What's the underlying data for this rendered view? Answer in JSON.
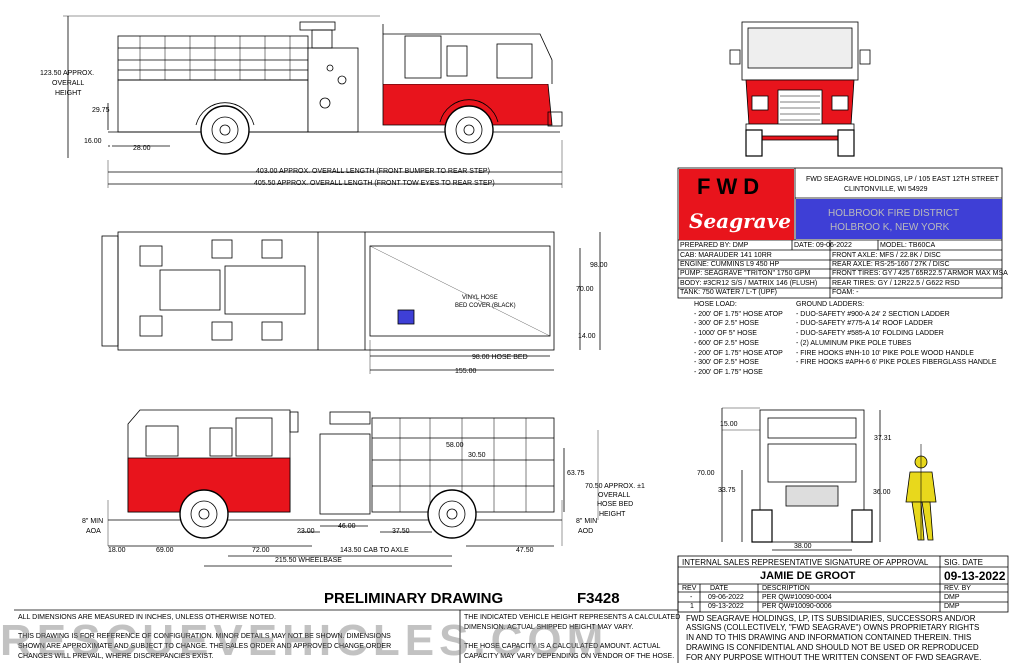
{
  "side_view_top": {
    "dims": {
      "height": "123.50 APPROX.",
      "height2": "OVERALL",
      "height3": "HEIGHT",
      "d2975": "29.75",
      "d1600": "16.00",
      "d2800": "28.00",
      "len1": "403.00 APPROX. OVERALL LENGTH (FRONT BUMPER TO REAR STEP)",
      "len2": "405.50 APPROX. OVERALL LENGTH (FRONT TOW EYES TO REAR STEP)"
    }
  },
  "top_view": {
    "dims": {
      "d9800": "98.00",
      "d7000": "70.00",
      "d1400": "14.00",
      "hosebed": "98.00 HOSE BED",
      "d15500": "155.00",
      "vinyl1": "VINYL HOSE",
      "vinyl2": "BED COVER (BLACK)"
    }
  },
  "side_view_bottom": {
    "dims": {
      "d5800": "58.00",
      "d3050": "30.50",
      "d6375": "63.75",
      "hb1": "70.50 APPROX. ±1",
      "hb2": "OVERALL",
      "hb3": "HOSE BED",
      "hb4": "HEIGHT",
      "aoa1": "8\" MIN",
      "aoa2": "AOA",
      "aod1": "8\" MIN",
      "aod2": "AOD",
      "d1800": "18.00",
      "d6900": "69.00",
      "d7200": "72.00",
      "d2300": "23.00",
      "d4600": "46.00",
      "d3750": "37.50",
      "d4750": "47.50",
      "cab": "143.50 CAB TO AXLE",
      "wb": "215.50 WHEELBASE"
    }
  },
  "rear_view": {
    "dims": {
      "d1500": "15.00",
      "d3731": "37.31",
      "d7000": "70.00",
      "d3375": "33.75",
      "d3600": "36.00",
      "d3800": "38.00"
    }
  },
  "title_block": {
    "logo_top": "FWD",
    "logo_bottom": "Seagrave",
    "company1": "FWD SEAGRAVE HOLDINGS, LP / 105 EAST 12TH STREET",
    "company2": "CLINTONVILLE, WI 54929",
    "customer1": "HOLBROOK FIRE DISTRICT",
    "customer2": "HOLBROO  K, NEW YORK",
    "brand_red": "#e8141c",
    "brand_blue": "#3e3fd6",
    "specs": [
      [
        "PREPARED BY:  DMP",
        "DATE: 09-06-2022",
        "MODEL:  TB60CA"
      ],
      [
        "CAB:  MARAUDER  141 10RR",
        "FRONT AXLE:  MFS / 22.8K / DISC",
        ""
      ],
      [
        "ENGINE:  CUMMINS L9 450 HP",
        "REAR AXLE:  RS-25-160 / 27K / DISC",
        ""
      ],
      [
        "PUMP:  SEAGRAVE \"TRITON\" 1750 GPM",
        "FRONT TIRES:  GY / 425 / 65R22.5 / ARMOR MAX MSA",
        ""
      ],
      [
        "BODY:  #3CR12 S/S / MATRIX 146 (FLUSH)",
        "REAR TIRES:  GY / 12R22.5 / G622 RSD",
        ""
      ],
      [
        "TANK:  750 WATER / L-T (UPF)",
        "FOAM:  -",
        ""
      ]
    ]
  },
  "hose_load": {
    "title": "HOSE LOAD:",
    "items": [
      "- 200' OF 1.75\" HOSE ATOP",
      "- 300' OF 2.5\" HOSE",
      "- 1000' OF 5\" HOSE",
      "- 600' OF 2.5\" HOSE",
      "- 200' OF 1.75\" HOSE ATOP",
      "- 300' OF 2.5\" HOSE",
      "- 200' OF 1.75\" HOSE"
    ]
  },
  "ground_ladders": {
    "title": "GROUND LADDERS:",
    "items": [
      "- DUO-SAFETY #900-A 24' 2 SECTION LADDER",
      "- DUO-SAFETY #775-A 14' ROOF LADDER",
      "- DUO-SAFETY #585-A 10' FOLDING LADDER",
      "- (2) ALUMINUM PIKE POLE TUBES",
      "- FIRE HOOKS #NH-10 10' PIKE POLE WOOD HANDLE",
      "- FIRE HOOKS #APH-6 6' PIKE POLES FIBERGLASS HANDLE"
    ]
  },
  "approval": {
    "header": "INTERNAL SALES REPRESENTATIVE SIGNATURE OF APPROVAL",
    "sig_date_label": "SIG. DATE",
    "name": "JAMIE DE GROOT",
    "date": "09-13-2022",
    "cols": [
      "REV",
      "DATE",
      "DESCRIPTION",
      "REV. BY"
    ],
    "rows": [
      [
        "-",
        "09-06-2022",
        "PER QW#10090-0004",
        "DMP"
      ],
      [
        "1",
        "09-13-2022",
        "PER QW#10090-0006",
        "DMP"
      ]
    ]
  },
  "preliminary": "PRELIMINARY DRAWING",
  "drawing_no": "F3428",
  "notes_left": [
    "ALL DIMENSIONS ARE MEASURED IN INCHES, UNLESS OTHERWISE NOTED.",
    "THIS DRAWING IS FOR REFERENCE OF CONFIGURATION. MINOR DETAILS MAY NOT BE SHOWN. DIMENSIONS",
    "SHOWN ARE APPROXIMATE AND SUBJECT TO CHANGE. THE SALES ORDER AND APPROVED CHANGE ORDER",
    "CHANGES WILL PREVAIL, WHERE DISCREPANCIES EXIST."
  ],
  "notes_mid": [
    "THE INDICATED VEHICLE HEIGHT REPRESENTS A CALCULATED",
    "DIMENSION.  ACTUAL SHIPPED HEIGHT MAY VARY.",
    "",
    "THE HOSE CAPACITY IS A CALCULATED AMOUNT.  ACTUAL",
    "CAPACITY MAY VARY DEPENDING ON  VENDOR OF THE HOSE."
  ],
  "notes_right": [
    "FWD SEAGRAVE HOLDINGS, LP, ITS SUBSIDIARIES, SUCCESSORS AND/OR",
    "ASSIGNS (COLLECTIVELY, \"FWD SEAGRAVE\") OWNS PROPRIETARY RIGHTS",
    "IN AND TO THIS DRAWING AND INFORMATION CONTAINED THEREIN. THIS",
    "DRAWING IS CONFIDENTIAL AND SHOULD NOT BE USED OR REPRODUCED",
    "FOR ANY PURPOSE WITHOUT THE WRITTEN CONSENT OF  FWD SEAGRAVE."
  ],
  "watermark": "RESCUEVEHICLES.COM",
  "colors": {
    "cab_red": "#e8141c",
    "firefighter_yellow": "#e8d81c"
  }
}
